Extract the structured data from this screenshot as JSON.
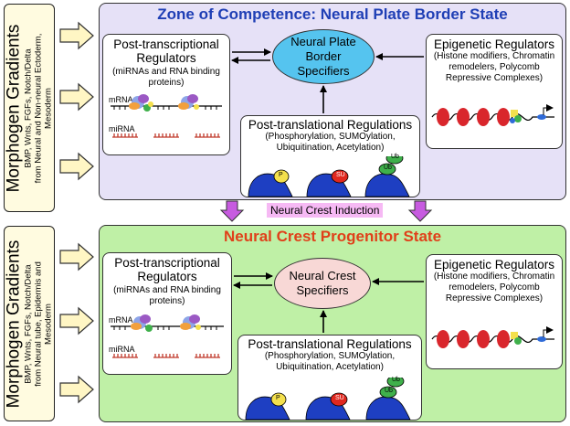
{
  "top": {
    "morphogen": {
      "title": "Morphogen Gradients",
      "sub_line1": "BMP, Wnts, FGFs, Notch/Delta",
      "sub_line2": "from Neural and Non-neural Ectoderm,",
      "sub_line3": "Mesoderm"
    },
    "zone_title": "Zone of Competence: Neural Plate Border State",
    "transcriptional": {
      "title_line1": "Post-transcriptional",
      "title_line2": "Regulators",
      "sub_line1": "(miRNAs and RNA binding",
      "sub_line2": "proteins)",
      "mrna_label": "mRNA",
      "mirna_label": "miRNA"
    },
    "specifiers": {
      "line1": "Neural Plate",
      "line2": "Border",
      "line3": "Specifiers"
    },
    "epigenetic": {
      "title": "Epigenetic Regulators",
      "sub_line1": "(Histone modifiers, Chromatin",
      "sub_line2": "remodelers, Polycomb",
      "sub_line3": "Repressive Complexes)"
    },
    "translational": {
      "title": "Post-translational Regulations",
      "sub_line1": "(Phosphorylation, SUMOylation,",
      "sub_line2": "Ubiquitination, Acetylation)",
      "p_label": "P",
      "su_label": "SU",
      "ub_label": "Ub"
    }
  },
  "induction_label": "Neural Crest Induction",
  "bottom": {
    "morphogen": {
      "title": "Morphogen Gradients",
      "sub_line1": "BMP, Wnts, FGFs, Notch/Delta",
      "sub_line2": "from Neural tube, Epidermis and",
      "sub_line3": "Mesoderm"
    },
    "zone_title": "Neural Crest Progenitor State",
    "transcriptional": {
      "title_line1": "Post-transcriptional",
      "title_line2": "Regulators",
      "sub_line1": "(miRNAs and RNA binding",
      "sub_line2": "proteins)",
      "mrna_label": "mRNA",
      "mirna_label": "miRNA"
    },
    "specifiers": {
      "line1": "Neural Crest",
      "line2": "Specifiers"
    },
    "epigenetic": {
      "title": "Epigenetic Regulators",
      "sub_line1": "(Histone modifiers, Chromatin",
      "sub_line2": "remodelers, Polycomb",
      "sub_line3": "Repressive Complexes)"
    },
    "translational": {
      "title": "Post-translational Regulations",
      "sub_line1": "(Phosphorylation, SUMOylation,",
      "sub_line2": "Ubiquitination, Acetylation)",
      "p_label": "P",
      "su_label": "SU",
      "ub_label": "Ub"
    }
  },
  "colors": {
    "top_title": "#1f3fb5",
    "bottom_title": "#e0401a",
    "top_zone_bg": "#e6e1f7",
    "bottom_zone_bg": "#bff0a6",
    "top_ellipse": "#55c4ef",
    "bottom_ellipse": "#f8d8d6",
    "morphogen_arrow": "#fff6c4",
    "induction_arrow": "#c75be0",
    "induction_bg": "#f6b9f4"
  }
}
